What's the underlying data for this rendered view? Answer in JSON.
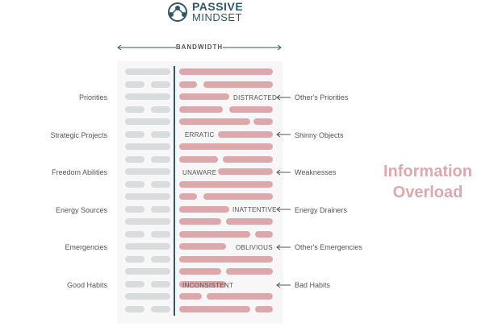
{
  "logo": {
    "line1": "PASSIVE",
    "line2": "MINDSET"
  },
  "bandwidth_label": "BANDWIDTH",
  "rows": [
    {
      "left": "Priorities",
      "state": "DISTRACTED",
      "right": "Other's Priorities"
    },
    {
      "left": "Strategic Projects",
      "state": "ERRATIC",
      "right": "Shinny Objects"
    },
    {
      "left": "Freedom Abilities",
      "state": "UNAWARE",
      "right": "Weaknesses"
    },
    {
      "left": "Energy Sources",
      "state": "INATTENTIVE",
      "right": "Energy Drainers"
    },
    {
      "left": "Emergencies",
      "state": "OBLIVIOUS",
      "right": "Other's Emergencies"
    },
    {
      "left": "Good Habits",
      "state": "INCONSISTENT",
      "right": "Bad Habits"
    }
  ],
  "overload": {
    "line1": "Information",
    "line2": "Overload"
  },
  "colors": {
    "teal": "#2f5868",
    "pink": "#dca8ac",
    "gray": "#d8dcdd"
  }
}
